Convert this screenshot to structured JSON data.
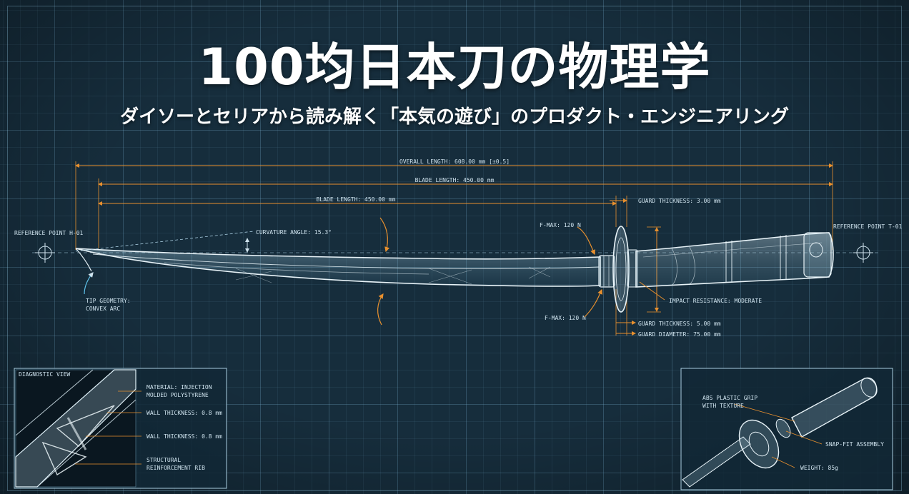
{
  "title": "100均日本刀の物理学",
  "subtitle": "ダイソーとセリアから読み解く「本気の遊び」のプロダクト・エンジニアリング",
  "dimensions": {
    "overall_length": "OVERALL LENGTH: 608.00 mm [±0.5]",
    "blade_length_upper": "BLADE LENGTH: 450.00 mm",
    "blade_length_lower": "BLADE LENGTH: 450.00 mm",
    "guard_thickness_top": "GUARD THICKNESS: 3.00 mm",
    "guard_thickness_bottom": "GUARD THICKNESS: 5.00 mm",
    "guard_diameter": "GUARD DIAMETER: 75.00 mm"
  },
  "annotations": {
    "reference_left": "REFERENCE POINT H-01",
    "reference_right": "REFERENCE POINT T-01",
    "curvature": "CURVATURE ANGLE: 15.3°",
    "tip_line1": "TIP GEOMETRY:",
    "tip_line2": "CONVEX ARC",
    "fmax_top": "F-MAX: 120 N",
    "fmax_bottom": "F-MAX: 120 N",
    "impact": "IMPACT RESISTANCE: MODERATE"
  },
  "diagnostic_panel": {
    "title": "DIAGNOSTIC VIEW",
    "material_line1": "MATERIAL: INJECTION",
    "material_line2": "MOLDED POLYSTYRENE",
    "wall1": "WALL THICKNESS: 0.8 mm",
    "wall2": "WALL THICKNESS: 0.8 mm",
    "rib_line1": "STRUCTURAL",
    "rib_line2": "REINFORCEMENT RIB"
  },
  "assembly_panel": {
    "grip_line1": "ABS PLASTIC GRIP",
    "grip_line2": "WITH TEXTURE",
    "snapfit": "SNAP-FIT ASSEMBLY",
    "weight": "WEIGHT: 85g"
  },
  "colors": {
    "background": "#162d3c",
    "line": "#e8f3f8",
    "accent": "#e8902e",
    "label": "#cfe3ee"
  }
}
